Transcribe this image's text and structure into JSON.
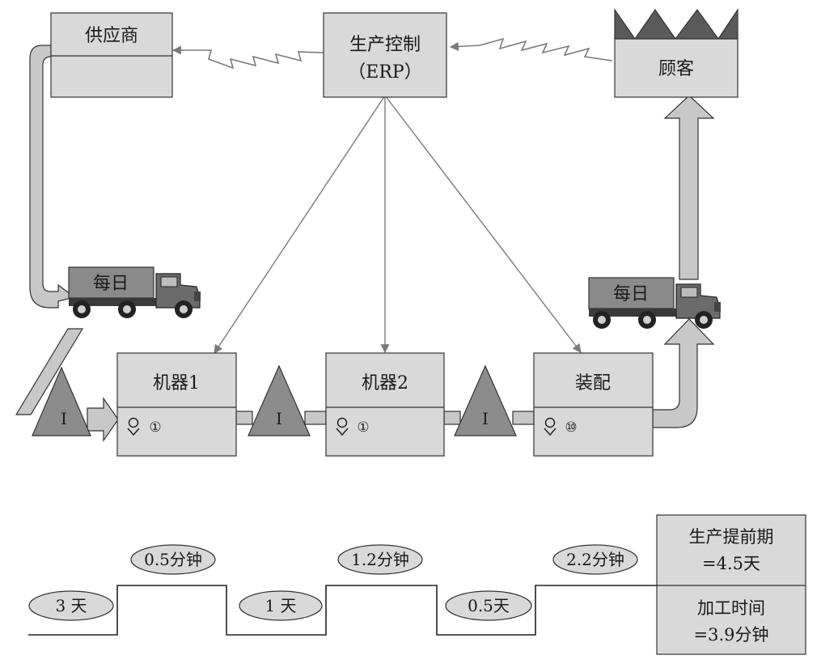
{
  "supplier": {
    "label": "供应商"
  },
  "control": {
    "line1": "生产控制",
    "line2": "（ERP）"
  },
  "customer": {
    "label": "顾客"
  },
  "trucks": [
    {
      "label": "每日"
    },
    {
      "label": "每日"
    }
  ],
  "processes": [
    {
      "name": "机器1",
      "operators": "①"
    },
    {
      "name": "机器2",
      "operators": "①"
    },
    {
      "name": "装配",
      "operators": "⑩"
    }
  ],
  "inventory": {
    "label": "I"
  },
  "timeline": {
    "wait_times": [
      "3 天",
      "1 天",
      "0.5天"
    ],
    "process_times": [
      "0.5分钟",
      "1.2分钟",
      "2.2分钟"
    ]
  },
  "summary": {
    "lead_time_label": "生产提前期",
    "lead_time_value": "=4.5天",
    "processing_time_label": "加工时间",
    "processing_time_value": "=3.9分钟"
  },
  "colors": {
    "box_fill": "#d9d9d9",
    "arrow_fill": "#c8c8c8",
    "triangle_fill": "#8c8c8c",
    "roof_fill": "#5a5a5a",
    "truck_fill": "#8a8a8a",
    "info_arrow": "#7a7a7a",
    "stroke": "#333333"
  }
}
